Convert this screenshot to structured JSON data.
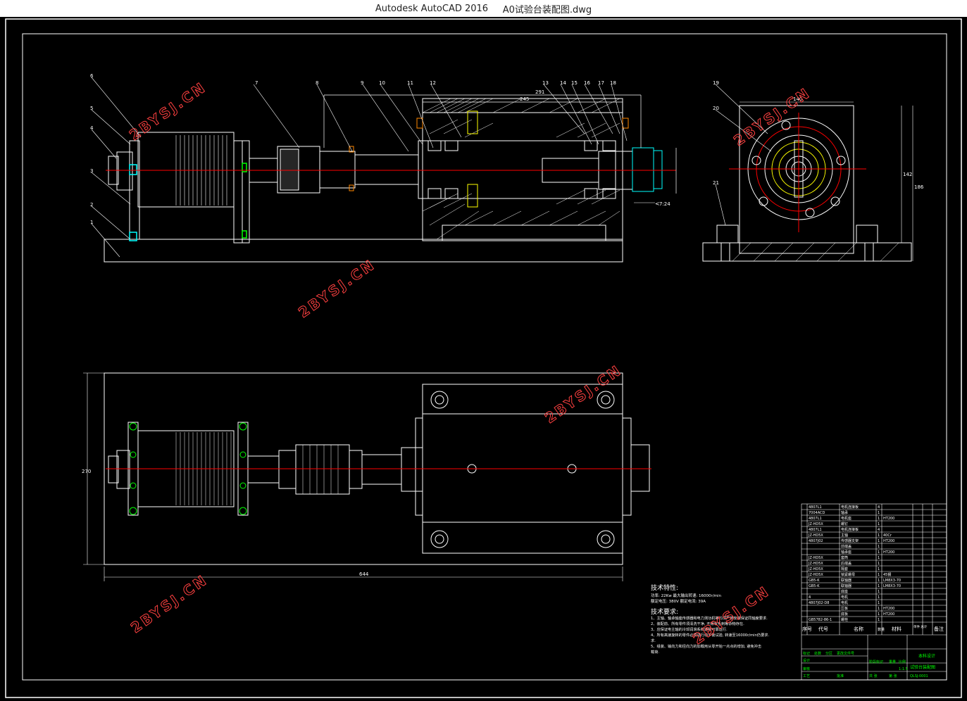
{
  "window": {
    "app_name": "Autodesk AutoCAD 2016",
    "file_name": "A0试验台装配图.dwg"
  },
  "watermark": "2BYSJ.CN",
  "dimensions": {
    "top_len": "291",
    "top_len2": "245",
    "side_width": "140",
    "side_h1": "142",
    "side_h2": "186",
    "plan_len": "644",
    "plan_h": "270",
    "taper": "7:24"
  },
  "part_numbers": [
    "6",
    "5",
    "4",
    "3",
    "2",
    "1",
    "7",
    "8",
    "9",
    "10",
    "11",
    "12",
    "13",
    "14",
    "15",
    "16",
    "17",
    "18",
    "19",
    "20",
    "21"
  ],
  "notes": {
    "spec_title": "技术特性:",
    "spec_line1": "功率: 22Kw  最大输出转速: 16000r/min",
    "spec_line2": "额定电压: 380V    额定电流: 39A",
    "req_title": "技术要求:",
    "req_lines": [
      "1、主轴、轴承轴座传感器和电力测功机等均须严格安装保证同轴度要求.",
      "2、装配前、所有零件须清洗干净, 不得有毛刺等杂物存在.",
      "3、应保证电主轴的冷却润滑系统通畅可靠运行.",
      "4、所有高速旋转的零件必须进行动平衡试验, 转速至16000r/min仍要求.",
      "求.",
      "5、组装、输向力和径向力的加载用从零开始一点点的增加, 避免冲击",
      "载荷."
    ]
  },
  "title_block": {
    "header_seq": "序号",
    "header_code": "代号",
    "header_name": "名称",
    "header_qty": "数量",
    "header_mat": "材料",
    "header_weight": "单件 总计",
    "header_note": "备注",
    "drawing_title": "试验台装配图"
  }
}
